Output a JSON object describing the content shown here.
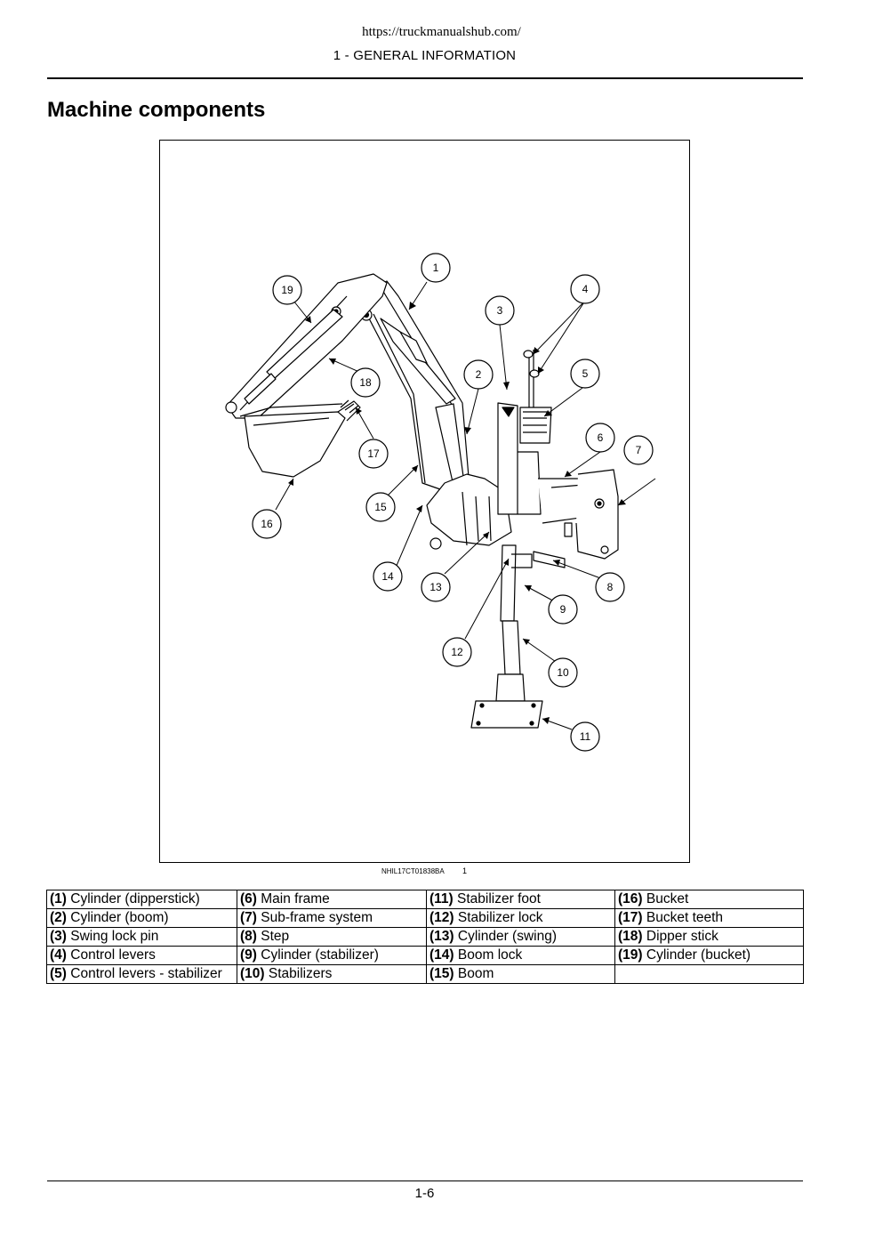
{
  "header": {
    "url": "https://truckmanualshub.com/",
    "section": "1 - GENERAL INFORMATION"
  },
  "title": "Machine components",
  "figure": {
    "caption_code": "NHIL17CT01838BA",
    "caption_number": "1",
    "callouts": [
      "1",
      "2",
      "3",
      "4",
      "5",
      "6",
      "7",
      "8",
      "9",
      "10",
      "11",
      "12",
      "13",
      "14",
      "15",
      "16",
      "17",
      "18",
      "19"
    ]
  },
  "legend": {
    "rows": [
      [
        {
          "num": "(1)",
          "label": "Cylinder (dipperstick)"
        },
        {
          "num": "(6)",
          "label": "Main frame"
        },
        {
          "num": "(11)",
          "label": "Stabilizer foot"
        },
        {
          "num": "(16)",
          "label": "Bucket"
        }
      ],
      [
        {
          "num": "(2)",
          "label": "Cylinder (boom)"
        },
        {
          "num": "(7)",
          "label": "Sub-frame system"
        },
        {
          "num": "(12)",
          "label": "Stabilizer lock"
        },
        {
          "num": "(17)",
          "label": "Bucket teeth"
        }
      ],
      [
        {
          "num": "(3)",
          "label": "Swing lock pin"
        },
        {
          "num": "(8)",
          "label": "Step"
        },
        {
          "num": "(13)",
          "label": "Cylinder (swing)"
        },
        {
          "num": "(18)",
          "label": "Dipper stick"
        }
      ],
      [
        {
          "num": "(4)",
          "label": "Control levers"
        },
        {
          "num": "(9)",
          "label": "Cylinder (stabilizer)"
        },
        {
          "num": "(14)",
          "label": "Boom lock"
        },
        {
          "num": "(19)",
          "label": "Cylinder (bucket)"
        }
      ],
      [
        {
          "num": "(5)",
          "label": "Control levers - stabilizer"
        },
        {
          "num": "(10)",
          "label": "Stabilizers"
        },
        {
          "num": "(15)",
          "label": "Boom"
        },
        {
          "num": "",
          "label": ""
        }
      ]
    ]
  },
  "footer": {
    "page": "1-6"
  }
}
